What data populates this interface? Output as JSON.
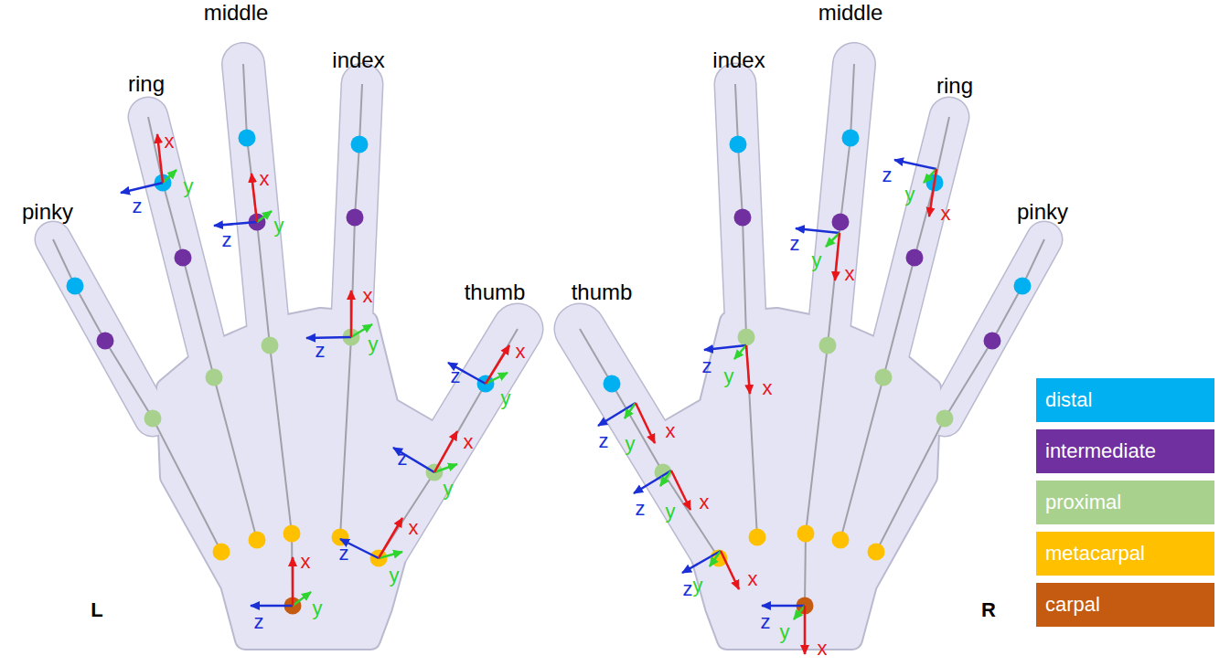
{
  "diagram": {
    "labels": [
      "middle",
      "ring",
      "index",
      "pinky",
      "thumb",
      "thumb",
      "index",
      "middle",
      "ring",
      "pinky",
      "L",
      "R",
      "x",
      "y",
      "z",
      "x",
      "y",
      "z",
      "x",
      "y",
      "z",
      "x",
      "y",
      "z",
      "x",
      "y",
      "z",
      "x",
      "y",
      "z",
      "x",
      "y",
      "z",
      "x",
      "y",
      "z",
      "x",
      "y",
      "z",
      "x",
      "y",
      "z",
      "x",
      "y",
      "z",
      "x",
      "y",
      "z",
      "x",
      "y",
      "z",
      "x",
      "y",
      "z"
    ],
    "legend": [
      {
        "text": "distal",
        "color": "#00b0f0"
      },
      {
        "text": "intermediate",
        "color": "#7030a0"
      },
      {
        "text": "proximal",
        "color": "#a9d18e"
      },
      {
        "text": "metacarpal",
        "color": "#ffc000"
      },
      {
        "text": "carpal",
        "color": "#c55a11"
      }
    ]
  }
}
